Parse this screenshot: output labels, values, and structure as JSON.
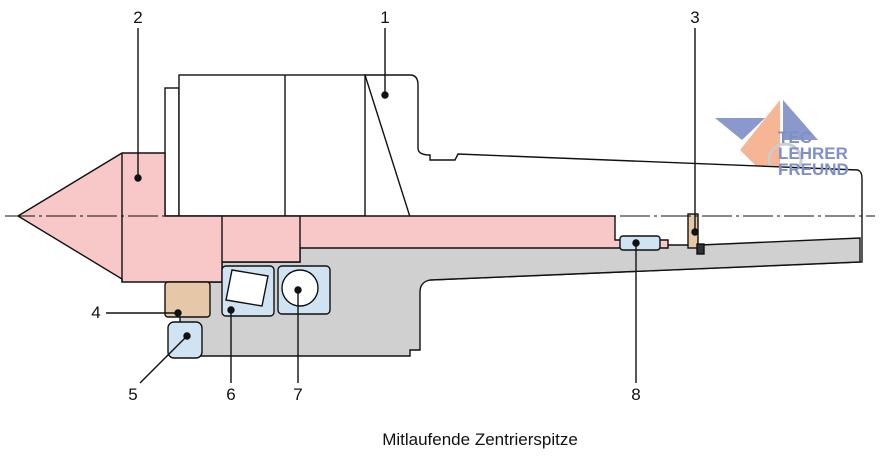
{
  "title": "Mitlaufende Zentrierspitze",
  "labels": [
    "1",
    "2",
    "3",
    "4",
    "5",
    "6",
    "7",
    "8"
  ],
  "logo": {
    "line1": "TEC",
    "line2": "LEHRER",
    "line3": "FREUND"
  },
  "colors": {
    "tip": "#f8c8c8",
    "housing": "#d0d0d0",
    "bearing": "#cfe3f3",
    "seal": "#e6c8a8",
    "logo_blue": "#7f90c8",
    "logo_orange": "#f2a27e"
  }
}
